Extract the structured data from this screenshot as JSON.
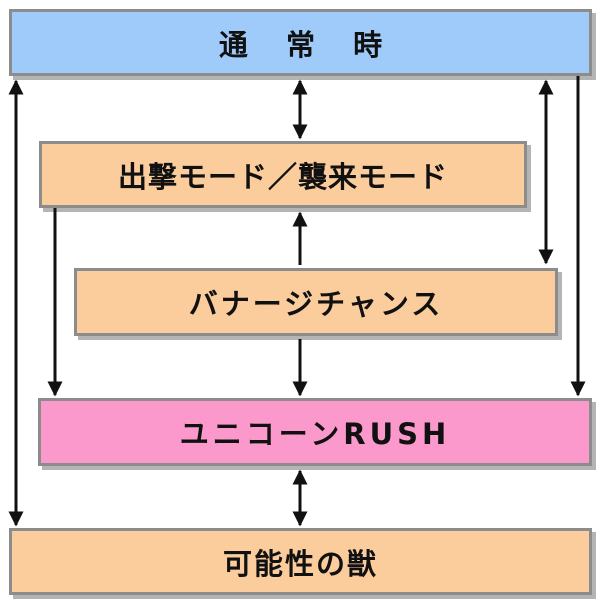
{
  "colors": {
    "normal": "#9fcbfa",
    "sortie": "#fbcc9c",
    "banagher": "#fbcc9c",
    "rush": "#fb99cc",
    "beast": "#fbcc9c",
    "border": "#8c8c8c",
    "arrow": "#111111"
  },
  "boxes": {
    "normal": "通 常 時",
    "sortie": "出撃モード／襲来モード",
    "banagher": "バナージチャンス",
    "rush": "ユニコーンRUSH",
    "beast": "可能性の獣"
  }
}
